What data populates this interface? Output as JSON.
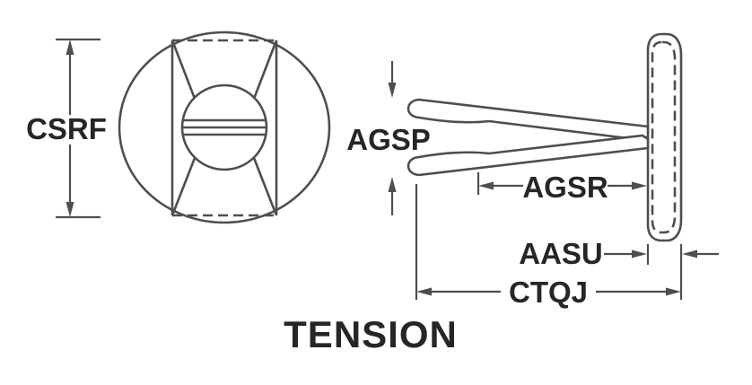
{
  "diagram": {
    "title": "TENSION",
    "labels": {
      "csrf": "CSRF",
      "agsp": "AGSP",
      "agsr": "AGSR",
      "aasu": "AASU",
      "ctqj": "CTQJ"
    },
    "colors": {
      "line": "#4e4e4e",
      "text": "#262626",
      "background": "#ffffff"
    }
  }
}
